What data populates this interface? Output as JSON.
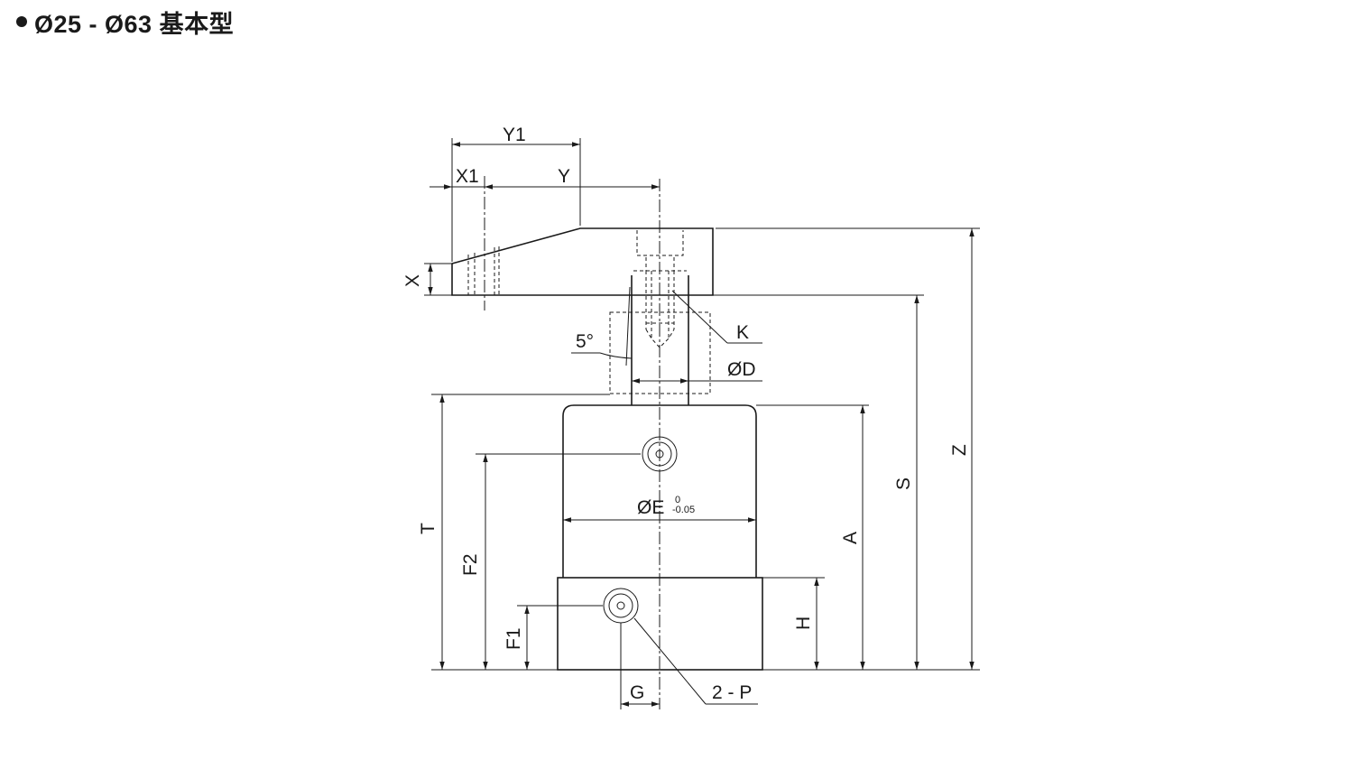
{
  "header": {
    "title": "Ø25 - Ø63 基本型"
  },
  "labels": {
    "y1": "Y1",
    "x1": "X1",
    "y": "Y",
    "x": "X",
    "k": "K",
    "angle": "5°",
    "od": "ØD",
    "oe": "ØE",
    "oe_tol_upper": "0",
    "oe_tol_lower": "-0.05",
    "t": "T",
    "f2": "F2",
    "f1": "F1",
    "g": "G",
    "p": "2 - P",
    "h": "H",
    "a": "A",
    "s": "S",
    "z": "Z"
  }
}
